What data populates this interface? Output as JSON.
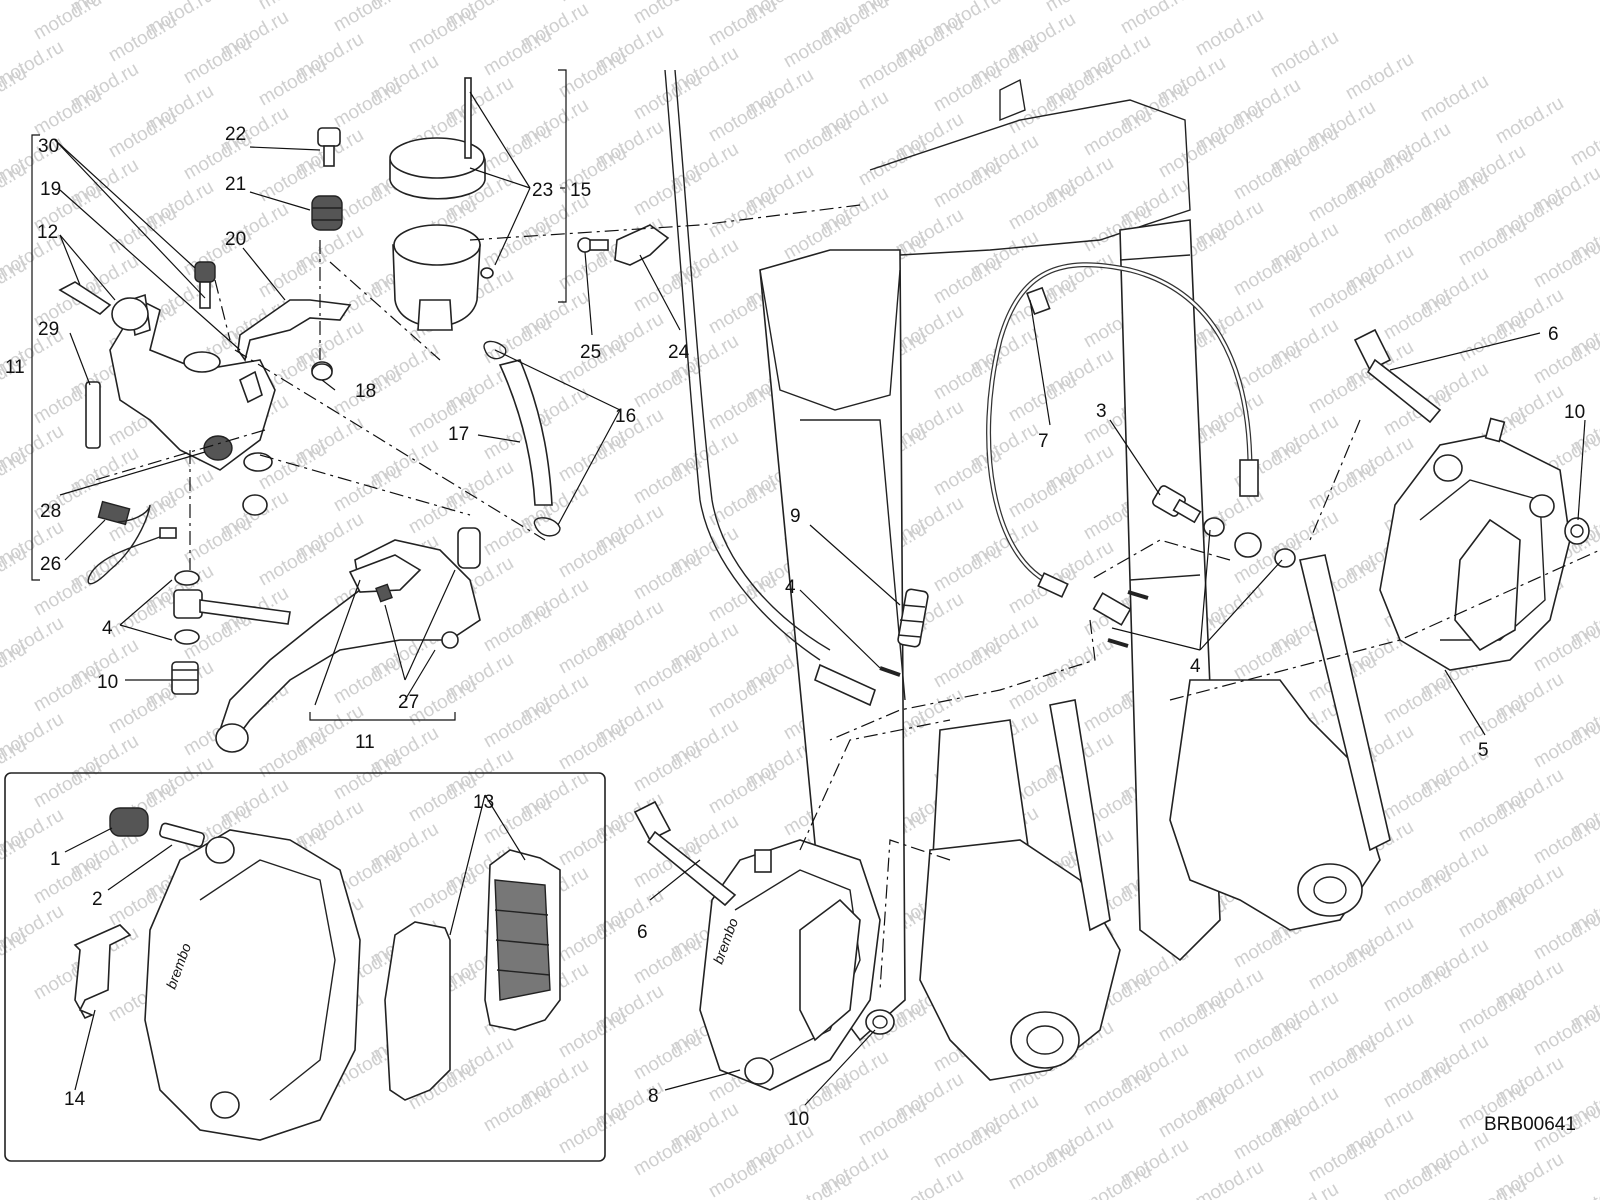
{
  "watermark": {
    "text": "motod.ru"
  },
  "diagram_code": "BRB00641",
  "callouts": {
    "c1": "1",
    "c2": "2",
    "c3": "3",
    "c4a": "4",
    "c4b": "4",
    "c4c": "4",
    "c5": "5",
    "c6a": "6",
    "c6b": "6",
    "c7": "7",
    "c8": "8",
    "c9": "9",
    "c10a": "10",
    "c10b": "10",
    "c10c": "10",
    "c11a": "11",
    "c11b": "11",
    "c12": "12",
    "c13": "13",
    "c14": "14",
    "c15": "15",
    "c16": "16",
    "c17": "17",
    "c18": "18",
    "c19": "19",
    "c20": "20",
    "c21": "21",
    "c22": "22",
    "c23": "23",
    "c24": "24",
    "c25": "25",
    "c26": "26",
    "c27": "27",
    "c28": "28",
    "c29": "29",
    "c30": "30"
  }
}
